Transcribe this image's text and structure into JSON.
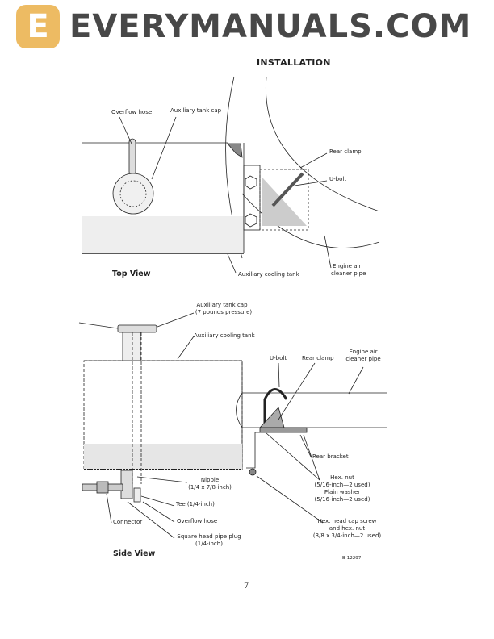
{
  "title": "INSTALLATION",
  "top_view": {
    "caption": "Top View",
    "labels": {
      "overflow_hose": "Overflow hose",
      "aux_tank_cap": "Auxiliary tank cap",
      "rear_clamp": "Rear clamp",
      "u_bolt": "U-bolt",
      "aux_cooling_tank": "Auxiliary cooling tank",
      "engine_pipe_1": "Engine air",
      "engine_pipe_2": "cleaner pipe"
    }
  },
  "side_view": {
    "caption": "Side View",
    "labels": {
      "aux_tank_cap_1": "Auxiliary tank cap",
      "aux_tank_cap_2": "(7 pounds pressure)",
      "aux_cooling_tank": "Auxiliary cooling tank",
      "u_bolt": "U-bolt",
      "rear_clamp": "Rear clamp",
      "engine_pipe_1": "Engine air",
      "engine_pipe_2": "cleaner pipe",
      "rear_bracket": "Rear bracket",
      "nipple_1": "Nipple",
      "nipple_2": "(1/4 x 7/8-inch)",
      "hex_nut_1": "Hex. nut",
      "hex_nut_2": "(5/16-inch—2 used)",
      "washer_1": "Plain washer",
      "washer_2": "(5/16-inch—2 used)",
      "tee": "Tee (1/4-inch)",
      "overflow_hose": "Overflow hose",
      "connector": "Connector",
      "plug_1": "Square head pipe plug",
      "plug_2": "(1/4-inch)",
      "screw_1": "Hex. head cap screw",
      "screw_2": "and hex. nut",
      "screw_3": "(3/8 x 3/4-inch—2 used)"
    },
    "figure_number": "B-12297"
  },
  "watermark": "EVERYMANUALS.COM",
  "watermark_logo_letter": "E",
  "page_number": "7"
}
